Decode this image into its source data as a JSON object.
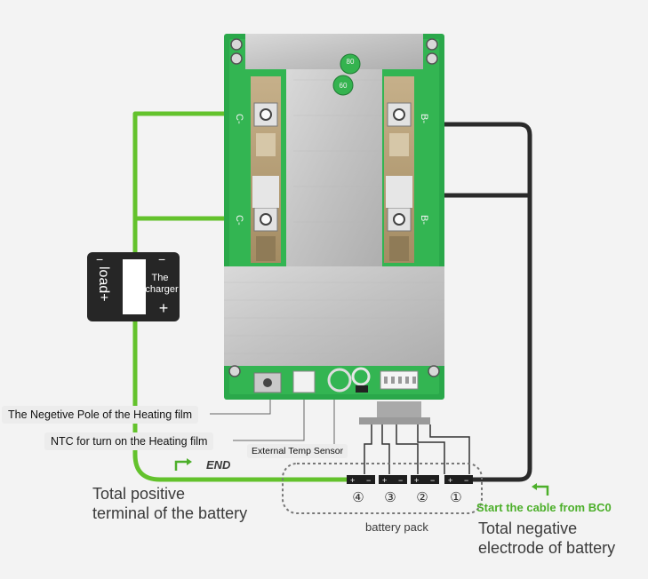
{
  "board": {
    "port_c_minus_top": "C-",
    "port_c_minus_bottom": "C-",
    "port_b_minus_top": "B-",
    "port_b_minus_bottom": "B-",
    "badge_top": "80",
    "badge_bottom": "60"
  },
  "load_box": {
    "load_label": "load+",
    "minus_left": "−",
    "minus_right": "−",
    "charger_label_1": "The",
    "charger_label_2": "charger",
    "plus": "+"
  },
  "labels": {
    "heating_film_negative": "The Negetive Pole of the Heating film",
    "ntc": "NTC for turn on the Heating film",
    "external_temp": "External Temp Sensor",
    "end": "END",
    "total_positive_1": "Total positive",
    "total_positive_2": "terminal of the battery",
    "battery_pack": "battery pack",
    "start_cable": "Start the cable from BC0",
    "total_negative_1": "Total negative",
    "total_negative_2": "electrode of battery"
  },
  "cells": [
    {
      "num": "④",
      "plus": "+",
      "minus": "−"
    },
    {
      "num": "③",
      "plus": "+",
      "minus": "−"
    },
    {
      "num": "②",
      "plus": "+",
      "minus": "−"
    },
    {
      "num": "①",
      "plus": "+",
      "minus": "−"
    }
  ]
}
